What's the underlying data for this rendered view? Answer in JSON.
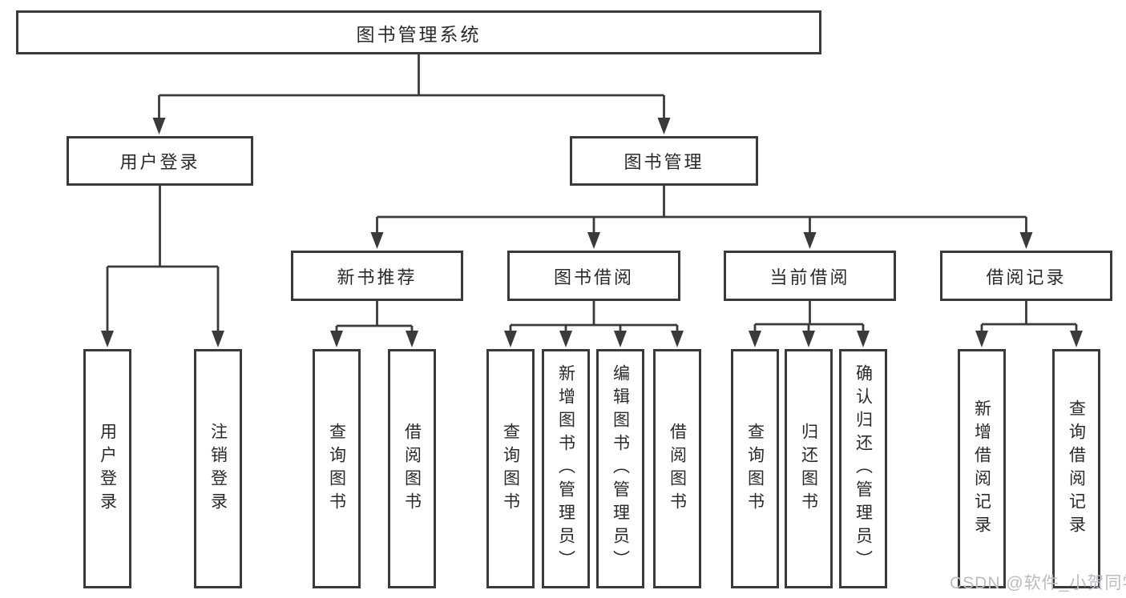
{
  "diagram": {
    "type": "hierarchy",
    "title": "图书管理系统",
    "tree": {
      "label": "图书管理系统",
      "children": [
        {
          "label": "用户登录",
          "children": [
            {
              "label": "用户登录"
            },
            {
              "label": "注销登录"
            }
          ]
        },
        {
          "label": "图书管理",
          "children": [
            {
              "label": "新书推荐",
              "children": [
                {
                  "label": "查询图书"
                },
                {
                  "label": "借阅图书"
                }
              ]
            },
            {
              "label": "图书借阅",
              "children": [
                {
                  "label": "查询图书"
                },
                {
                  "label": "新增图书（管理员）"
                },
                {
                  "label": "编辑图书（管理员）"
                },
                {
                  "label": "借阅图书"
                }
              ]
            },
            {
              "label": "当前借阅",
              "children": [
                {
                  "label": "查询图书"
                },
                {
                  "label": "归还图书"
                },
                {
                  "label": "确认归还（管理员）"
                }
              ]
            },
            {
              "label": "借阅记录",
              "children": [
                {
                  "label": "新增借阅记录"
                },
                {
                  "label": "查询借阅记录"
                }
              ]
            }
          ]
        }
      ]
    },
    "colors": {
      "line": "#3a3a3a",
      "text": "#2a2a2a",
      "background": "#ffffff",
      "watermark": "#b9bdc3"
    }
  },
  "watermark": {
    "text": "CSDN @软件_小贺同学"
  }
}
